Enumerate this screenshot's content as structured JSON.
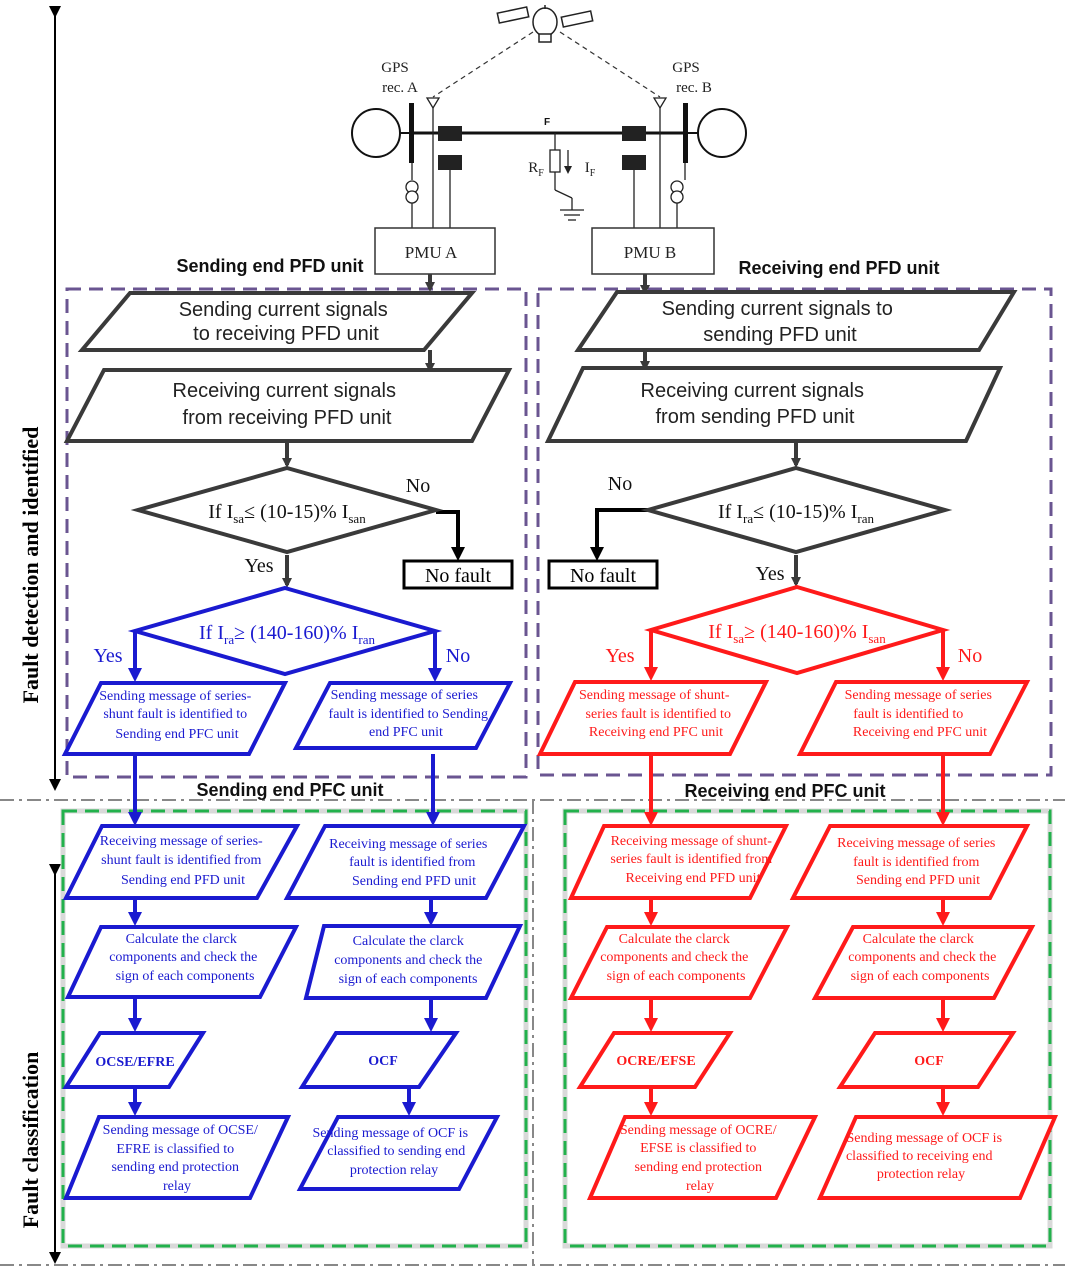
{
  "colors": {
    "dark": "#3a3a3a",
    "black": "#000000",
    "blue": "#1a1ad0",
    "red": "#ff1a1a",
    "purple": "#6a5591",
    "green": "#22b14c",
    "gray": "#8a8a8a"
  },
  "side_labels": {
    "detection": "Fault detection and  identified",
    "classification": "Fault classification"
  },
  "system": {
    "gps_a": [
      "GPS",
      "rec. A"
    ],
    "gps_b": [
      "GPS",
      "rec. B"
    ],
    "fault_point": "F",
    "rf": "R",
    "rf_sub": "F",
    "if": "I",
    "if_sub": "F",
    "pmu_a": "PMU A",
    "pmu_b": "PMU B"
  },
  "sections": {
    "sending_pfd": "Sending end PFD unit",
    "receiving_pfd": "Receiving end PFD unit",
    "sending_pfc": "Sending end PFC unit",
    "receiving_pfc": "Receiving end PFC unit"
  },
  "left": {
    "send_signal": [
      "Sending current signals",
      "to  receiving PFD unit"
    ],
    "recv_signal": [
      "Receiving current signals",
      "from  receiving  PFD unit"
    ],
    "decision1": {
      "pre": "If I",
      "sub1": "sa",
      "mid": "≤ (10-15)% I",
      "sub2": "san"
    },
    "no_label": "No",
    "yes_label": "Yes",
    "no_fault": "No fault",
    "decision2": {
      "pre": "If I",
      "sub1": "ra",
      "mid": "≥ (140-160)% I",
      "sub2": "ran"
    },
    "yes2": "Yes",
    "no2": "No",
    "msg_a": [
      "Sending message of series-",
      "shunt fault is identified to",
      "Sending end PFC unit"
    ],
    "msg_b": [
      "Sending message of series",
      "fault is identified to  Sending",
      "end PFC unit"
    ],
    "recv_a": [
      "Receiving message of series-",
      "shunt fault is identified from",
      "Sending end PFD unit"
    ],
    "recv_b": [
      "Receiving message of series",
      "fault is identified from",
      "Sending end PFD unit"
    ],
    "calc_a": [
      "Calculate the clarck",
      "components and check the",
      "sign of each components"
    ],
    "calc_b": [
      "Calculate the clarck",
      "components and check the",
      "sign of each components"
    ],
    "type_a": "OCSE/EFRE",
    "type_b": "OCF",
    "final_a": [
      "Sending message of OCSE/",
      "EFRE  is classified to",
      "sending end protection",
      "relay"
    ],
    "final_b": [
      "Sending message of OCF   is",
      "classified to  sending end",
      "protection relay"
    ]
  },
  "right": {
    "send_signal": [
      "Sending current signals to",
      "sending PFD unit"
    ],
    "recv_signal": [
      "Receiving current signals",
      "from  sending PFD unit"
    ],
    "decision1": {
      "pre": "If I",
      "sub1": "ra",
      "mid": "≤ (10-15)% I",
      "sub2": "ran"
    },
    "no_label": "No",
    "yes_label": "Yes",
    "no_fault": "No fault",
    "decision2": {
      "pre": "If I",
      "sub1": "sa",
      "mid": "≥  (140-160)% I",
      "sub2": "san"
    },
    "yes2": "Yes",
    "no2": "No",
    "msg_a": [
      "Sending message of shunt-",
      "series fault is identified to",
      "Receiving end PFC unit"
    ],
    "msg_b": [
      "Sending message of series",
      "fault is identified to",
      "Receiving end PFC unit"
    ],
    "recv_a": [
      "Receiving message of shunt-",
      "series fault is identified from",
      "Receiving end PFD unit"
    ],
    "recv_b": [
      "Receiving message of series",
      "fault is identified from",
      "Sending end PFD unit"
    ],
    "calc_a": [
      "Calculate the clarck",
      "components and check the",
      "sign of each components"
    ],
    "calc_b": [
      "Calculate the clarck",
      "components and check the",
      "sign of each components"
    ],
    "type_a": "OCRE/EFSE",
    "type_b": "OCF",
    "final_a": [
      "Sending message of OCRE/",
      "EFSE   is classified to",
      "sending end protection",
      "relay"
    ],
    "final_b": [
      "Sending message of OCF   is",
      "classified to  receiving end",
      "protection relay"
    ]
  }
}
